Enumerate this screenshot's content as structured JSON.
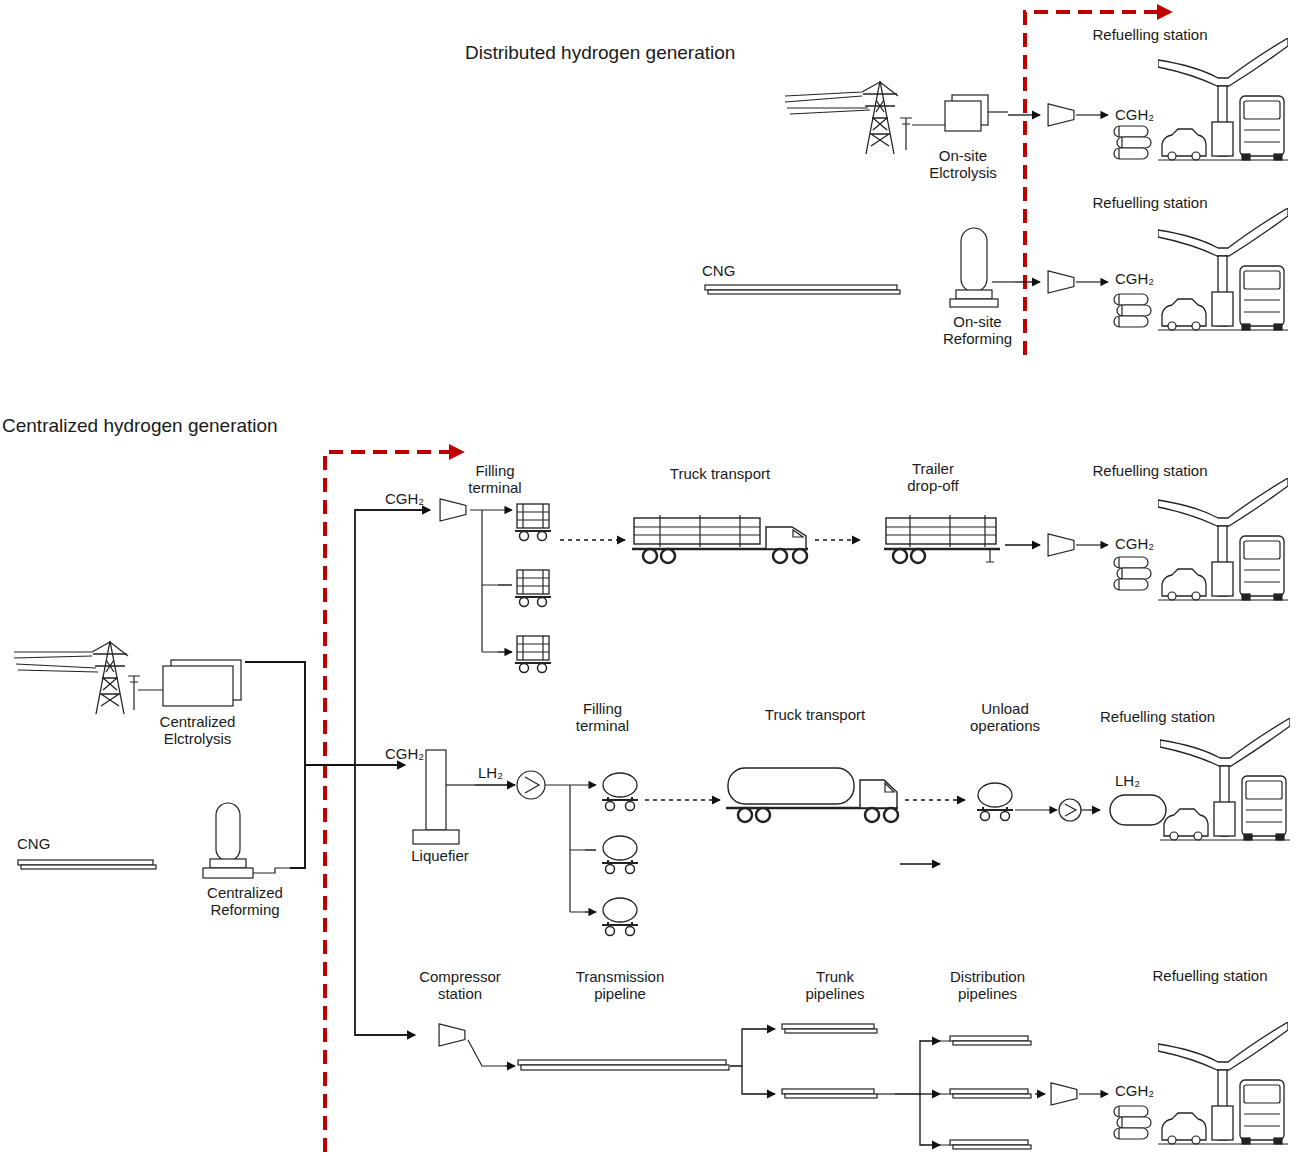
{
  "diagram": {
    "nodes": [
      {
        "text": [
          "On-site Elctrolysis"
        ]
      },
      {
        "text": [
          "Refuelling station",
          "CGH₂"
        ]
      },
      {
        "text": [
          "CNG"
        ]
      },
      {
        "text": [
          "On-site Reforming"
        ]
      },
      {
        "text": [
          "Refuelling station",
          "CGH₂"
        ]
      },
      {
        "text": [
          "Centralized Elctrolysis"
        ]
      },
      {
        "text": [
          "CNG"
        ]
      },
      {
        "text": [
          "Centralized Reforming"
        ]
      },
      {
        "text": [
          "Filling terminal"
        ]
      },
      {
        "text": [
          "Truck transport"
        ]
      },
      {
        "text": [
          "Trailer drop-off"
        ]
      },
      {
        "text": [
          "Refuelling station",
          "CGH₂"
        ]
      },
      {
        "text": [
          "Liquefier"
        ]
      },
      {
        "text": [
          "Filling terminal"
        ]
      },
      {
        "text": [
          "Truck transport"
        ]
      },
      {
        "text": [
          "Unload operations"
        ]
      },
      {
        "text": [
          "Refuelling station",
          "LH₂"
        ]
      },
      {
        "text": [
          "Compressor station"
        ]
      },
      {
        "text": [
          "Transmission pipeline"
        ]
      },
      {
        "text": [
          "Trunk pipelines"
        ]
      },
      {
        "text": [
          "Distribution pipelines"
        ]
      },
      {
        "text": [
          "Refuelling station",
          "CGH₂"
        ]
      }
    ],
    "edges": [
      {
        "from": 0,
        "to": 1,
        "arrow": "to"
      },
      {
        "from": 2,
        "to": 3,
        "arrow": "to"
      },
      {
        "from": 3,
        "to": 4,
        "arrow": "to"
      },
      {
        "from": 5,
        "to": 8,
        "arrow": "to"
      },
      {
        "from": 7,
        "to": 8,
        "arrow": "to"
      },
      {
        "from": 5,
        "to": 12,
        "arrow": "to"
      },
      {
        "from": 7,
        "to": 12,
        "arrow": "to"
      },
      {
        "from": 5,
        "to": 17,
        "arrow": "to"
      },
      {
        "from": 7,
        "to": 17,
        "arrow": "to"
      },
      {
        "from": 8,
        "to": 9,
        "arrow": "to"
      },
      {
        "from": 9,
        "to": 10,
        "arrow": "to"
      },
      {
        "from": 10,
        "to": 11,
        "arrow": "to"
      },
      {
        "from": 12,
        "to": 13,
        "arrow": "to"
      },
      {
        "from": 13,
        "to": 14,
        "arrow": "to"
      },
      {
        "from": 14,
        "to": 15,
        "arrow": "to"
      },
      {
        "from": 15,
        "to": 16,
        "arrow": "to"
      },
      {
        "from": 17,
        "to": 18,
        "arrow": "to"
      },
      {
        "from": 18,
        "to": 19,
        "arrow": "to"
      },
      {
        "from": 19,
        "to": 20,
        "arrow": "to"
      },
      {
        "from": 20,
        "to": 21,
        "arrow": "to"
      }
    ],
    "labels": [
      "Distributed hydrogen generation",
      "Centralized hydrogen generation",
      "CGH₂",
      "CGH₂",
      "LH₂"
    ]
  }
}
